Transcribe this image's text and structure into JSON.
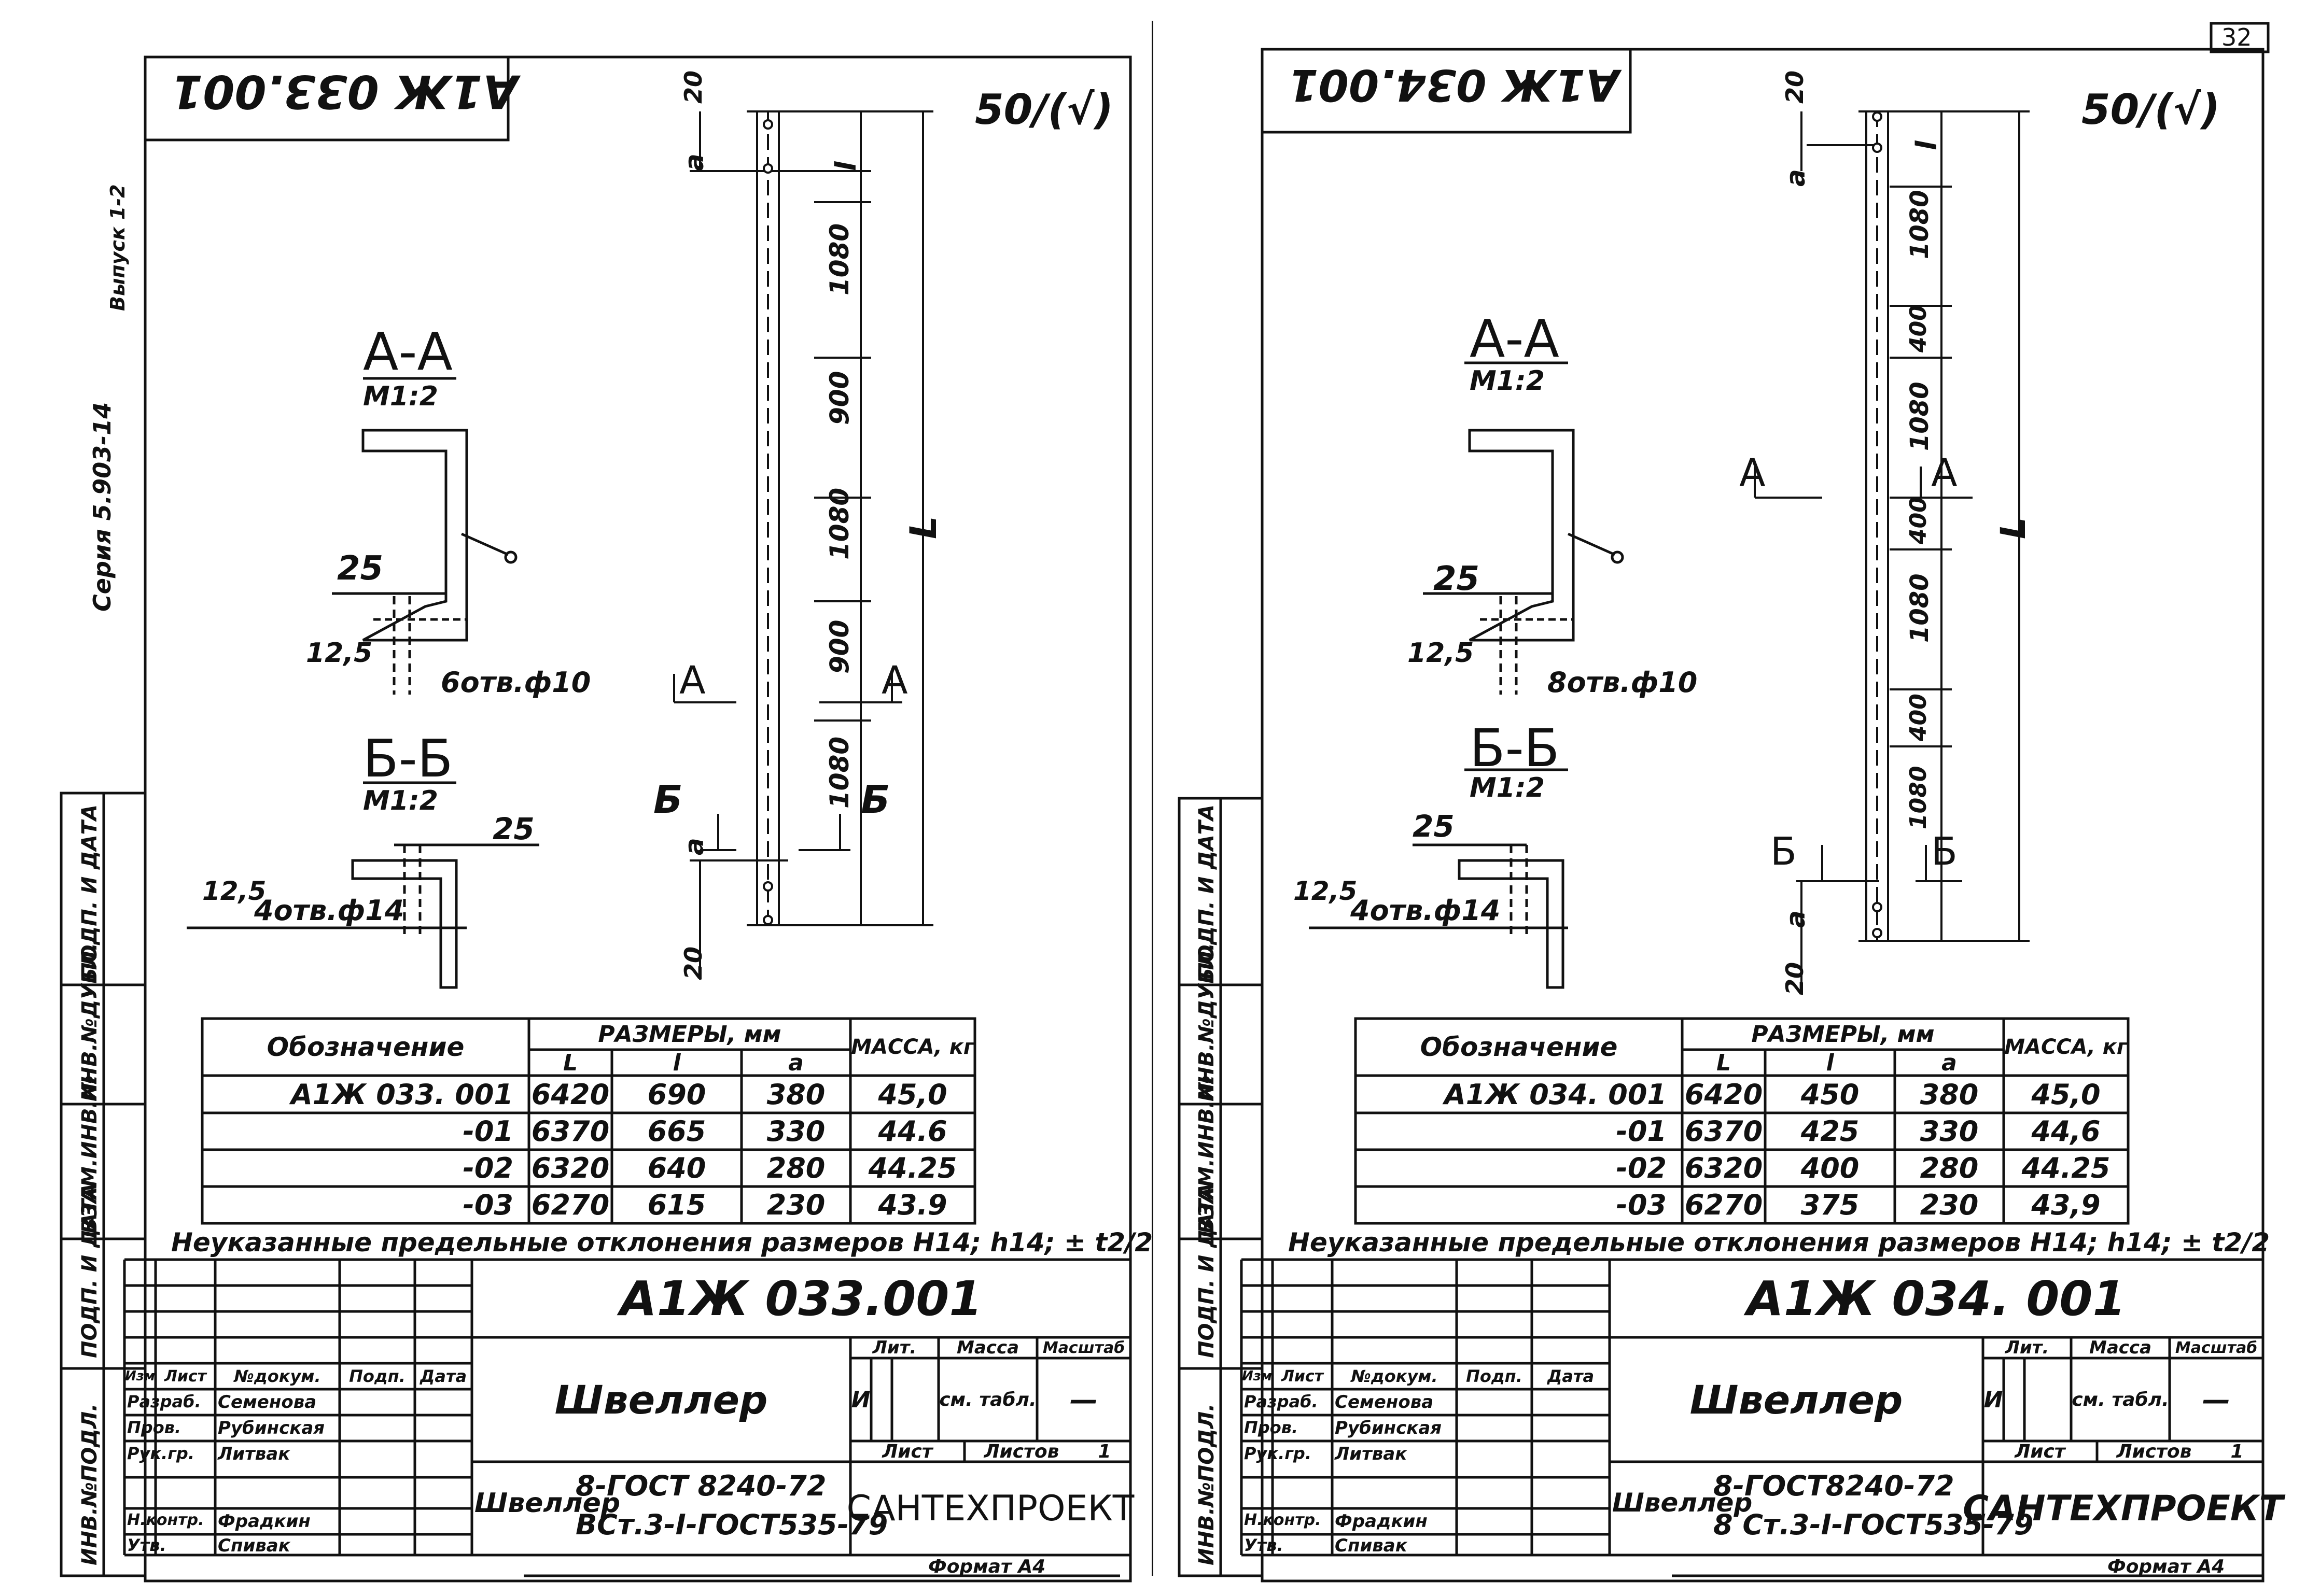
{
  "page_number": "32",
  "series_note": "Серия 5.903-14",
  "issue_note": "Выпуск 1-2",
  "side_labels": [
    "ИНВ.№ПОДЛ.",
    "ПОДП. И ДАТА",
    "ВЗАМ.ИНВ.№",
    "ИНВ.№ДУБЛ.",
    "ПОДП. И ДАТА"
  ],
  "sheets": [
    {
      "rotated_code": "А1Ж 033.001",
      "roughness": "50/(√)",
      "section_aa": {
        "title": "А-А",
        "scale": "М1:2",
        "dim": "25",
        "rough": "12,5",
        "holes": "6отв.ф10"
      },
      "section_bb": {
        "title": "Б-Б",
        "scale": "М1:2",
        "dim": "25",
        "rough": "12,5",
        "holes": "4отв.ф14"
      },
      "dims": {
        "top": "20",
        "a": "a",
        "l": "l",
        "L": "L",
        "bottom": "20",
        "segments": [
          "1080",
          "900",
          "1080",
          "900",
          "1080"
        ]
      },
      "cut_marks": {
        "a_left": "А",
        "a_right": "А",
        "b_left": "Б",
        "b_right": "Б"
      },
      "table": {
        "col_designation": "Обозначение",
        "col_dims": "РАЗМЕРЫ, мм",
        "col_L": "L",
        "col_l": "l",
        "col_a": "a",
        "col_mass": "МАССА, кг",
        "rows": [
          {
            "name": "А1Ж 033. 001",
            "L": "6420",
            "l": "690",
            "a": "380",
            "m": "45,0"
          },
          {
            "name": "-01",
            "L": "6370",
            "l": "665",
            "a": "330",
            "m": "44.6"
          },
          {
            "name": "-02",
            "L": "6320",
            "l": "640",
            "a": "280",
            "m": "44.25"
          },
          {
            "name": "-03",
            "L": "6270",
            "l": "615",
            "a": "230",
            "m": "43.9"
          }
        ]
      },
      "note": "Неуказанные предельные отклонения размеров H14; h14; ± t2/2",
      "stamp": {
        "code": "А1Ж 033.001",
        "title": "Швеллер",
        "material_label": "Швеллер",
        "material_1": "8-ГОСТ 8240-72",
        "material_2": "ВСт.3-I-ГОСТ535-79",
        "lit_h": "Лит.",
        "mass_h": "Масса",
        "scale_h": "Масштаб",
        "lit": "И",
        "mass": "см. табл.",
        "scale": "—",
        "sheet_h": "Лист",
        "sheets_h": "Листов",
        "sheets": "1",
        "org": "САНТЕХПРОЕКТ",
        "format": "Формат А4",
        "hdr": [
          "Изм",
          "Лист",
          "№докум.",
          "Подп.",
          "Дата"
        ],
        "people": [
          {
            "role": "Разраб.",
            "name": "Семенова"
          },
          {
            "role": "Пров.",
            "name": "Рубинская"
          },
          {
            "role": "Рук.гр.",
            "name": "Литвак"
          },
          {
            "role": "Н.контр.",
            "name": "Фрадкин"
          },
          {
            "role": "Утв.",
            "name": "Спивак"
          }
        ]
      }
    },
    {
      "rotated_code": "А1Ж 034.001",
      "roughness": "50/(√)",
      "section_aa": {
        "title": "А-А",
        "scale": "М1:2",
        "dim": "25",
        "rough": "12,5",
        "holes": "8отв.ф10"
      },
      "section_bb": {
        "title": "Б-Б",
        "scale": "М1:2",
        "dim": "25",
        "rough": "12,5",
        "holes": "4отв.ф14"
      },
      "dims": {
        "top": "20",
        "a": "a",
        "l": "l",
        "L": "L",
        "bottom": "20",
        "segments": [
          "1080",
          "400",
          "1080",
          "400",
          "1080",
          "400",
          "1080"
        ]
      },
      "cut_marks": {
        "a_left": "А",
        "a_right": "А",
        "b_left": "Б",
        "b_right": "Б"
      },
      "table": {
        "col_designation": "Обозначение",
        "col_dims": "РАЗМЕРЫ, мм",
        "col_L": "L",
        "col_l": "l",
        "col_a": "a",
        "col_mass": "МАССА, кг",
        "rows": [
          {
            "name": "А1Ж 034. 001",
            "L": "6420",
            "l": "450",
            "a": "380",
            "m": "45,0"
          },
          {
            "name": "-01",
            "L": "6370",
            "l": "425",
            "a": "330",
            "m": "44,6"
          },
          {
            "name": "-02",
            "L": "6320",
            "l": "400",
            "a": "280",
            "m": "44.25"
          },
          {
            "name": "-03",
            "L": "6270",
            "l": "375",
            "a": "230",
            "m": "43,9"
          }
        ]
      },
      "note": "Неуказанные предельные отклонения размеров H14; h14; ± t2/2",
      "stamp": {
        "code": "А1Ж 034. 001",
        "title": "Швеллер",
        "material_label": "Швеллер",
        "material_1": "8-ГОСТ8240-72",
        "material_2": "8 Ст.3-I-ГОСТ535-79",
        "lit_h": "Лит.",
        "mass_h": "Масса",
        "scale_h": "Масштаб",
        "lit": "И",
        "mass": "см. табл.",
        "scale": "—",
        "sheet_h": "Лист",
        "sheets_h": "Листов",
        "sheets": "1",
        "org": "САНТЕХПРОЕКТ",
        "format": "Формат А4",
        "hdr": [
          "Изм",
          "Лист",
          "№докум.",
          "Подп.",
          "Дата"
        ],
        "people": [
          {
            "role": "Разраб.",
            "name": "Семенова"
          },
          {
            "role": "Пров.",
            "name": "Рубинская"
          },
          {
            "role": "Рук.гр.",
            "name": "Литвак"
          },
          {
            "role": "Н.контр.",
            "name": "Фрадкин"
          },
          {
            "role": "Утв.",
            "name": "Спивак"
          }
        ]
      }
    }
  ]
}
